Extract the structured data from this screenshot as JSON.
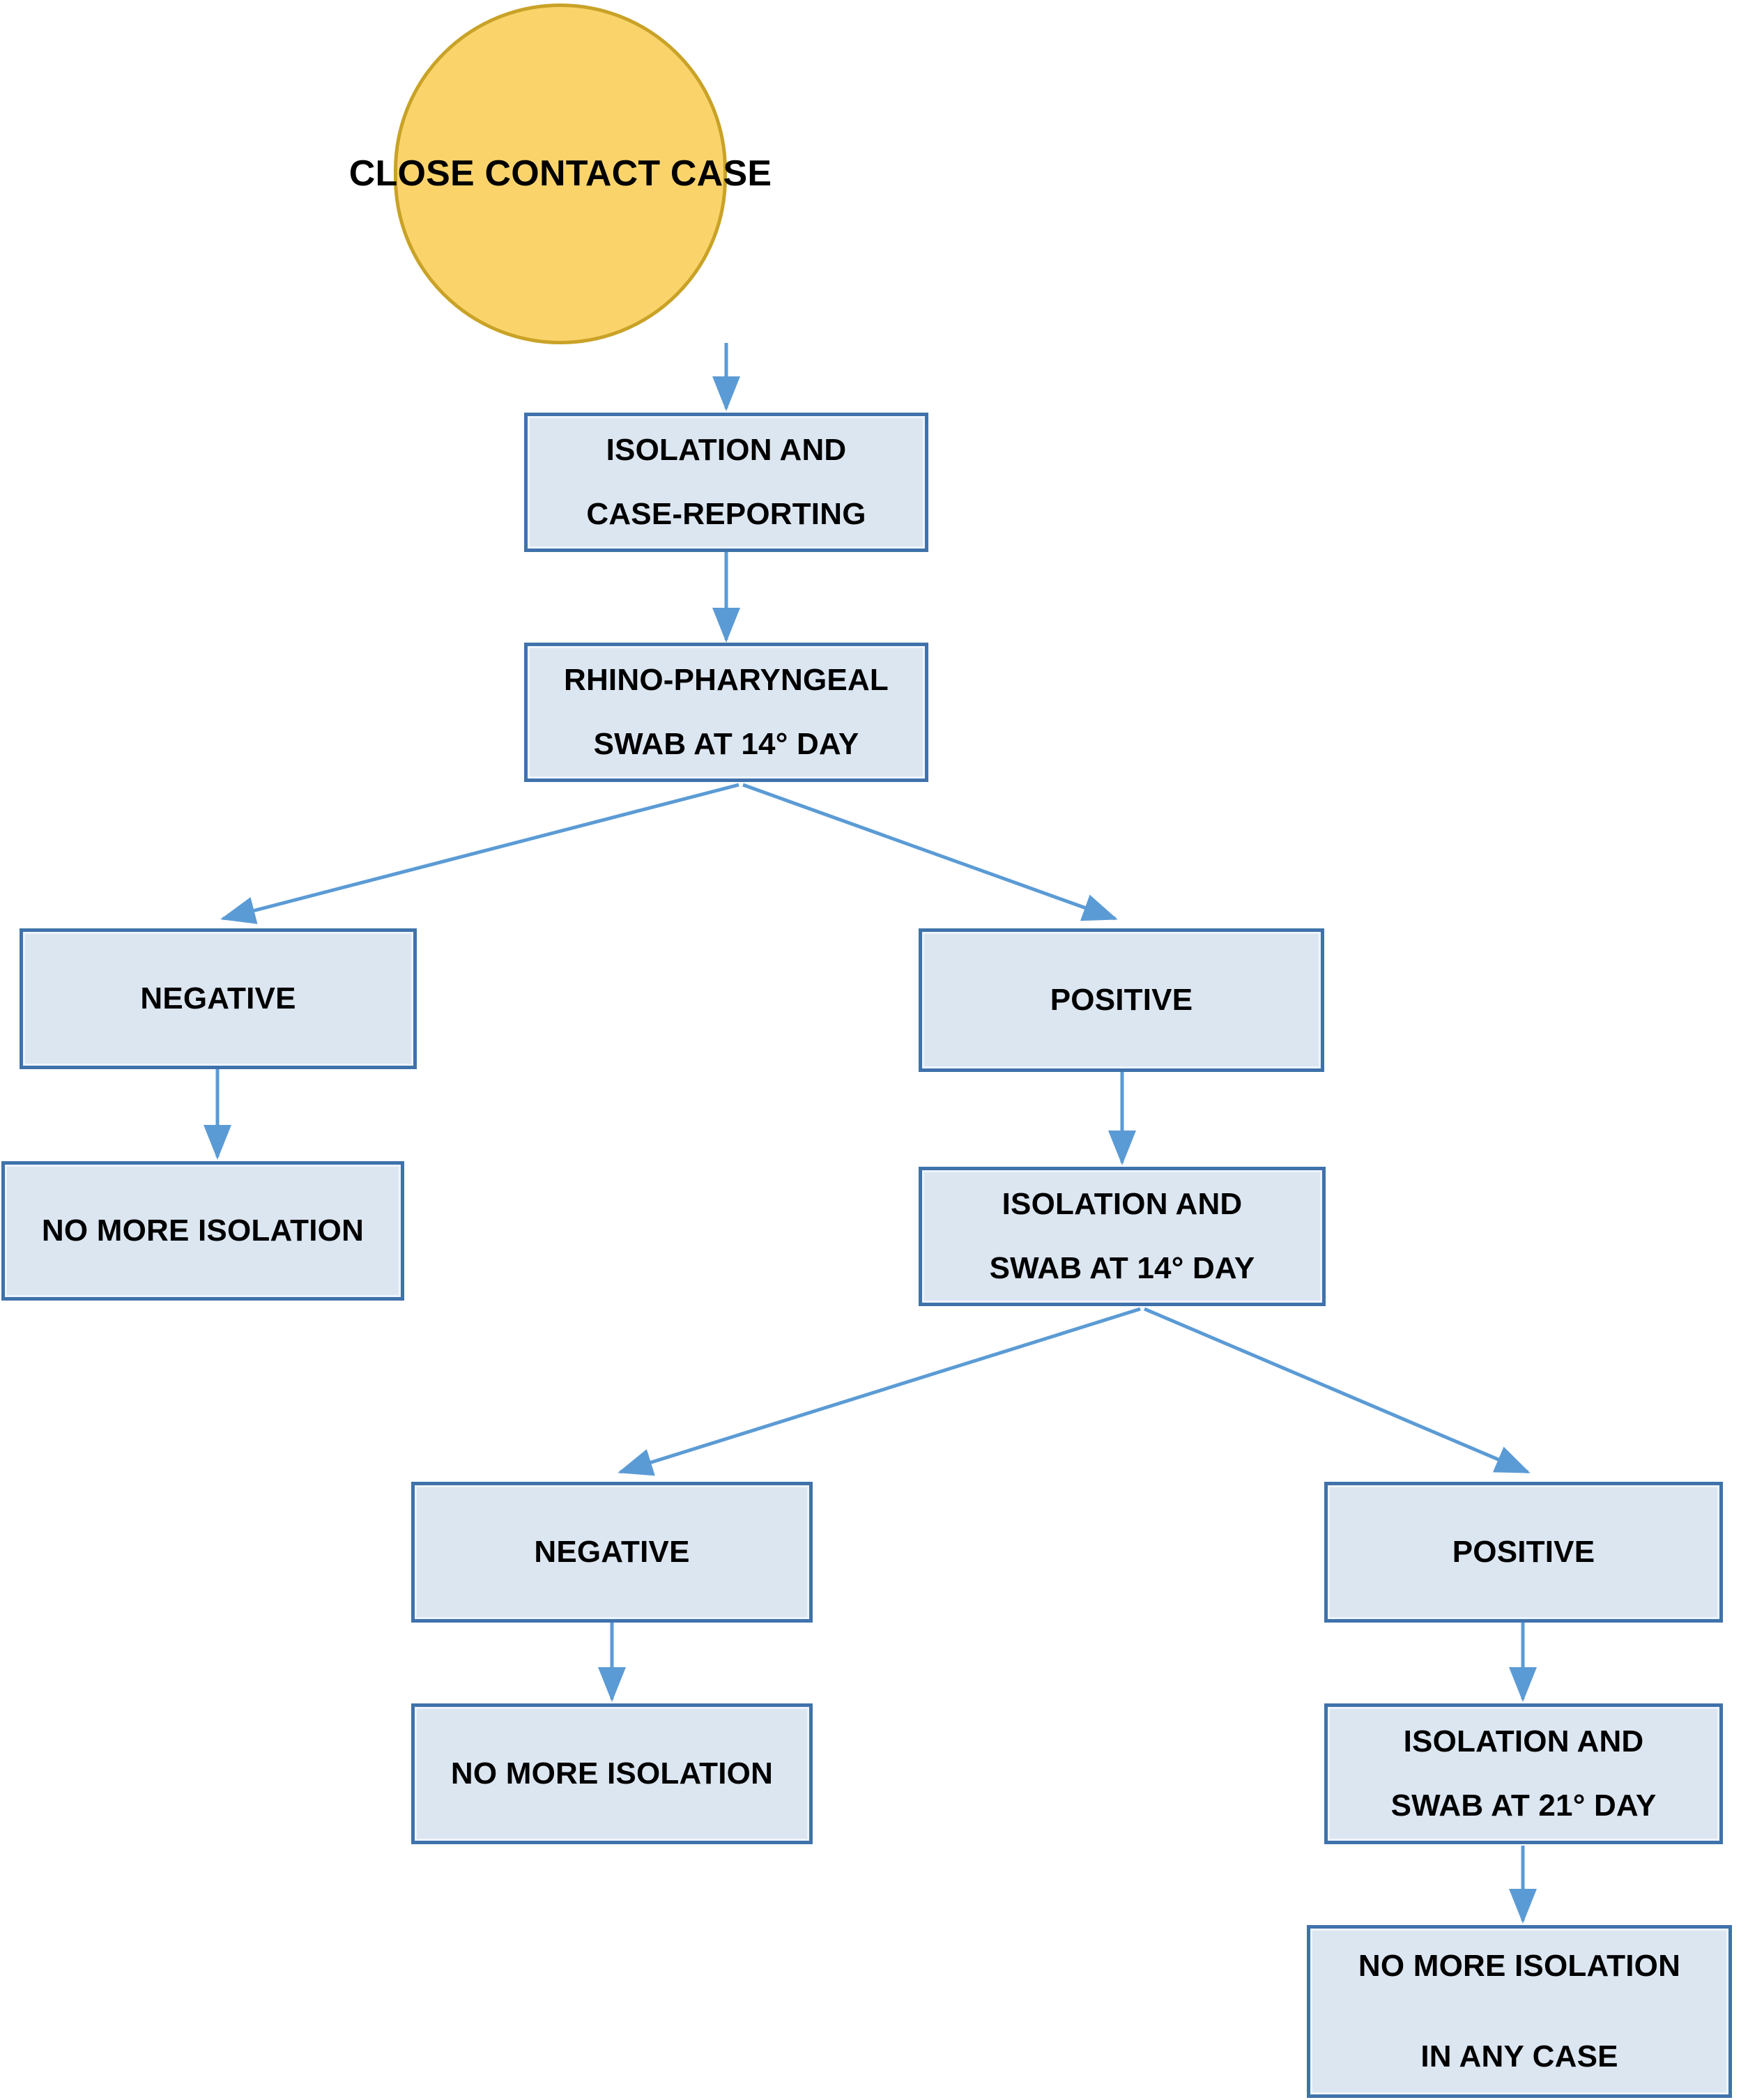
{
  "diagram": {
    "title": "Close contact case management flowchart",
    "colors": {
      "terminator_fill": "#fad46b",
      "terminator_border": "#c9a227",
      "process_fill": "#dce6f1",
      "process_border": "#3f72ab",
      "arrow": "#5b9bd5",
      "text": "#000000",
      "background": "#ffffff"
    },
    "nodes": [
      {
        "id": "close-contact-case",
        "shape": "terminator",
        "lines": [
          "CLOSE CONTACT CASE"
        ]
      },
      {
        "id": "isolation-and-case-reporting",
        "shape": "process",
        "lines": [
          "ISOLATION AND",
          "CASE-REPORTING"
        ]
      },
      {
        "id": "rhino-pharyngeal-swab-14",
        "shape": "process",
        "lines": [
          "RHINO-PHARYNGEAL",
          "SWAB AT 14° DAY"
        ]
      },
      {
        "id": "negative-1",
        "shape": "process",
        "lines": [
          "NEGATIVE"
        ]
      },
      {
        "id": "positive-1",
        "shape": "process",
        "lines": [
          "POSITIVE"
        ]
      },
      {
        "id": "no-more-isolation-1",
        "shape": "process",
        "lines": [
          "NO MORE ISOLATION"
        ]
      },
      {
        "id": "isolation-and-swab-14",
        "shape": "process",
        "lines": [
          "ISOLATION AND",
          "SWAB AT 14° DAY"
        ]
      },
      {
        "id": "negative-2",
        "shape": "process",
        "lines": [
          "NEGATIVE"
        ]
      },
      {
        "id": "positive-2",
        "shape": "process",
        "lines": [
          "POSITIVE"
        ]
      },
      {
        "id": "no-more-isolation-2",
        "shape": "process",
        "lines": [
          "NO MORE ISOLATION"
        ]
      },
      {
        "id": "isolation-and-swab-21",
        "shape": "process",
        "lines": [
          "ISOLATION AND",
          "SWAB AT 21° DAY"
        ]
      },
      {
        "id": "no-more-isolation-any-case",
        "shape": "process",
        "lines": [
          "NO MORE ISOLATION",
          "IN ANY CASE"
        ]
      }
    ],
    "edges": [
      {
        "from": "close-contact-case",
        "to": "isolation-and-case-reporting",
        "label": ""
      },
      {
        "from": "isolation-and-case-reporting",
        "to": "rhino-pharyngeal-swab-14",
        "label": ""
      },
      {
        "from": "rhino-pharyngeal-swab-14",
        "to": "negative-1",
        "label": ""
      },
      {
        "from": "rhino-pharyngeal-swab-14",
        "to": "positive-1",
        "label": ""
      },
      {
        "from": "negative-1",
        "to": "no-more-isolation-1",
        "label": ""
      },
      {
        "from": "positive-1",
        "to": "isolation-and-swab-14",
        "label": ""
      },
      {
        "from": "isolation-and-swab-14",
        "to": "negative-2",
        "label": ""
      },
      {
        "from": "isolation-and-swab-14",
        "to": "positive-2",
        "label": ""
      },
      {
        "from": "negative-2",
        "to": "no-more-isolation-2",
        "label": ""
      },
      {
        "from": "positive-2",
        "to": "isolation-and-swab-21",
        "label": ""
      },
      {
        "from": "isolation-and-swab-21",
        "to": "no-more-isolation-any-case",
        "label": ""
      }
    ]
  }
}
